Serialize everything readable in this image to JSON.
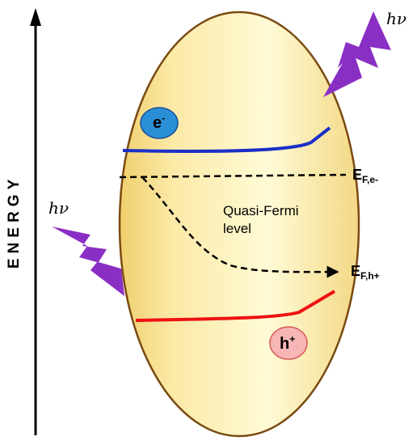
{
  "axis": {
    "label": "ENERGY"
  },
  "photon": {
    "top_label": "hν",
    "left_label": "hν"
  },
  "electron": {
    "symbol": "e",
    "superscript": "-"
  },
  "hole": {
    "symbol": "h",
    "superscript": "+"
  },
  "quasi_fermi": {
    "line1": "Quasi-Fermi",
    "line2": "level"
  },
  "levels": {
    "electron": {
      "main": "E",
      "sub": "F,e-"
    },
    "hole": {
      "main": "E",
      "sub": "F,h+"
    }
  },
  "colors": {
    "particle_fill_edge": "#e8b03a",
    "particle_fill_center": "#fffbd2",
    "conduction_band": "#1a2fc8",
    "valence_band": "#ee1111",
    "photon": "#8a2fc4",
    "electron_badge": "#2b8fd8",
    "hole_badge": "#f7b5b5"
  }
}
